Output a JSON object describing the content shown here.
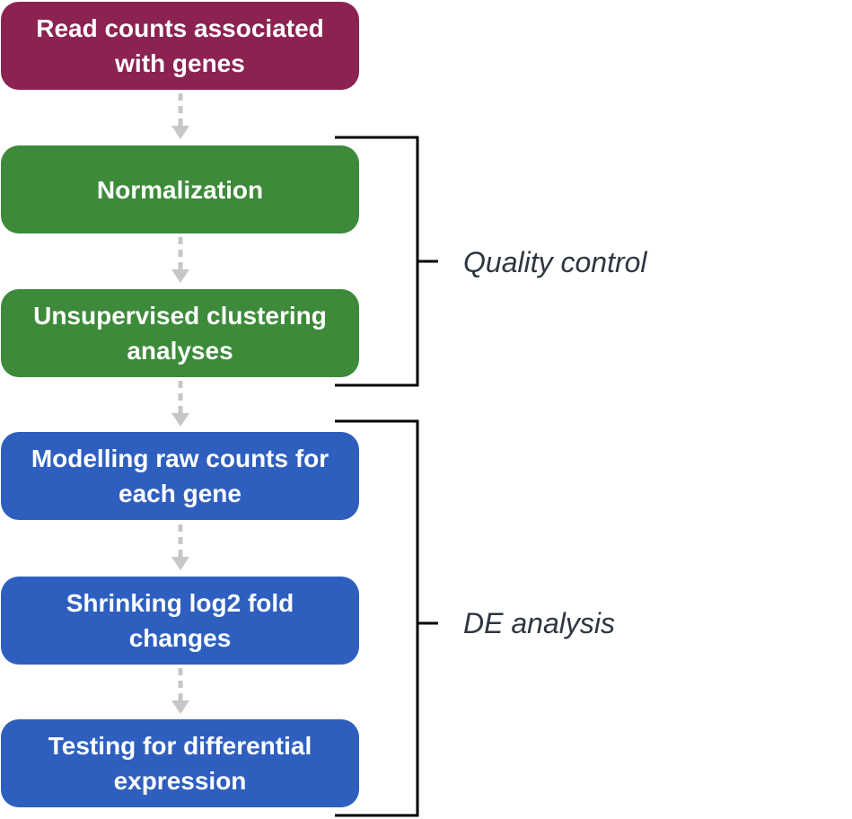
{
  "steps": [
    {
      "label": "Read counts associated\nwith genes",
      "color": "#8b2252"
    },
    {
      "label": "Normalization",
      "color": "#3c8a3a"
    },
    {
      "label": "Unsupervised clustering\nanalyses",
      "color": "#3c8a3a"
    },
    {
      "label": "Modelling raw counts for\neach gene",
      "color": "#2e5fbf"
    },
    {
      "label": "Shrinking log2 fold\nchanges",
      "color": "#2e5fbf"
    },
    {
      "label": "Testing for differential\nexpression",
      "color": "#2e5fbf"
    }
  ],
  "groups": [
    {
      "label": "Quality control"
    },
    {
      "label": "DE analysis"
    }
  ],
  "colors": {
    "arrow": "#c7c7c7",
    "bracket": "#000000",
    "group_text": "#2f3540"
  }
}
